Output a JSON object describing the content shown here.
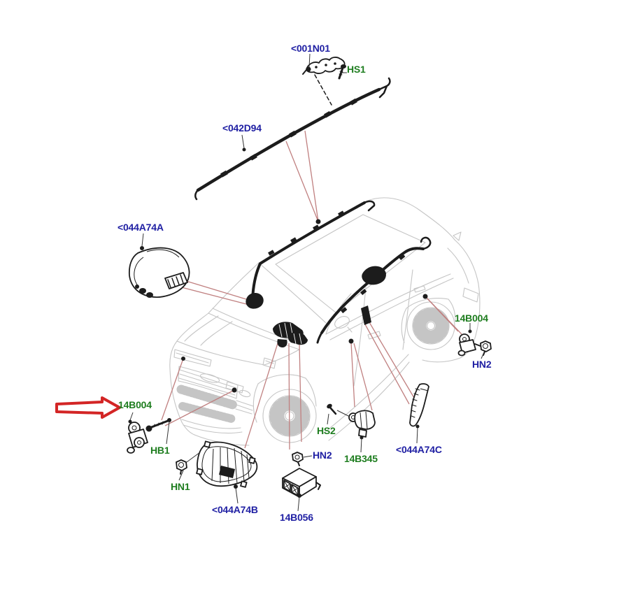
{
  "diagram": {
    "type": "vehicle-parts-exploded-diagram",
    "subject": "airbag and restraint system components on SUV body",
    "background": "#ffffff"
  },
  "colors": {
    "label_blue": "#1f1fa3",
    "label_green": "#1e7d1f",
    "highlight_arrow_red": "#d32525",
    "reference_line_red": "#c08080",
    "part_line_dark": "#1c1c1c",
    "vehicle_line_gray": "#c5c5c5"
  },
  "highlight": {
    "shape": "arrow",
    "points_to_label": "14B004",
    "color": "#d32525"
  },
  "labels": [
    {
      "text": "<001N01",
      "color": "blue"
    },
    {
      "text": "HS1",
      "color": "green"
    },
    {
      "text": "<042D94",
      "color": "blue"
    },
    {
      "text": "<044A74A",
      "color": "blue"
    },
    {
      "text": "14B004",
      "color": "green"
    },
    {
      "text": "HN2",
      "color": "blue"
    },
    {
      "text": "14B004",
      "color": "green"
    },
    {
      "text": "HB1",
      "color": "green"
    },
    {
      "text": "HN1",
      "color": "green"
    },
    {
      "text": "<044A74B",
      "color": "blue"
    },
    {
      "text": "14B056",
      "color": "blue"
    },
    {
      "text": "HN2",
      "color": "blue"
    },
    {
      "text": "14B345",
      "color": "green"
    },
    {
      "text": "HS2",
      "color": "green"
    },
    {
      "text": "<044A74C",
      "color": "blue"
    }
  ]
}
